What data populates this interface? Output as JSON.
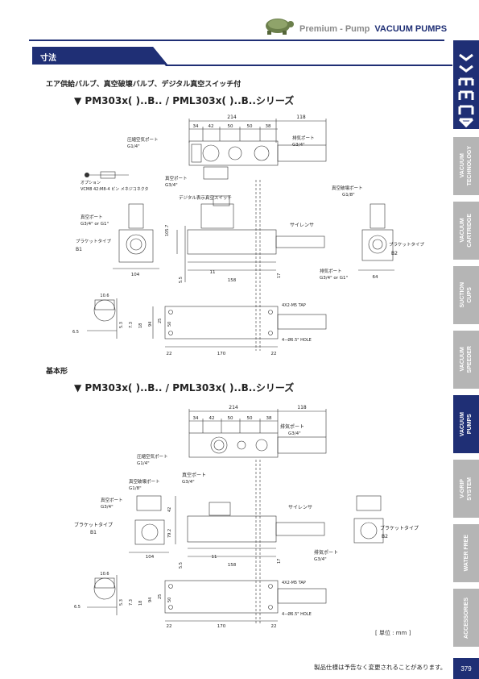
{
  "header": {
    "brand": "Premium - Pump",
    "category": "VACUUM PUMPS"
  },
  "logo": {
    "text": "VMECA"
  },
  "sidebar": {
    "tabs": [
      {
        "label": "VACUUM\nTECHNOLOGY",
        "active": false
      },
      {
        "label": "VACUUM\nCARTRIDGE",
        "active": false
      },
      {
        "label": "SUCTION\nCUPS",
        "active": false
      },
      {
        "label": "VACUUM\nSPEEDER",
        "active": false
      },
      {
        "label": "VACUUM\nPUMPS",
        "active": true
      },
      {
        "label": "V-GRIP\nSYSTEM",
        "active": false
      },
      {
        "label": "WATER FREE",
        "active": false
      },
      {
        "label": "ACCESSORIES",
        "active": false
      }
    ],
    "page_number": "379"
  },
  "section": {
    "title": "寸法"
  },
  "top": {
    "subtitle": "エア供給バルブ、真空破壊バルブ、デジタル真空スイッチ付",
    "series": "▼ PM303x( )..B.. / PML303x( )..B..シリーズ",
    "dims": {
      "overall": "214",
      "right": "118",
      "d34": "34",
      "d42": "42",
      "d50a": "50",
      "d50b": "50",
      "d38": "38",
      "h1057": "105.7",
      "w104": "104",
      "d11": "11",
      "d158": "158",
      "d55": "5.5",
      "d17": "17",
      "d64": "64",
      "d106": "10.6",
      "d65": "6.5",
      "d53": "5.3",
      "d73": "7.3",
      "d18": "18",
      "d94": "94",
      "d25": "25",
      "d50h": "50",
      "d22a": "22",
      "d170": "170",
      "d22b": "22"
    },
    "labels": {
      "compressed_air_port": "圧縮空気ポート",
      "compressed_air_size": "G1/4\"",
      "exhaust_port": "排気ポート",
      "exhaust_size": "G3/4\"",
      "vacuum_port": "真空ポート",
      "vacuum_size": "G3/4\"",
      "option": "オプション",
      "connector": "VCM8 42:M8-4 ピン メネジコネクタ",
      "digital_switch": "デジタル表示真空スイッチ",
      "vacuum_breaker_port": "真空破壊ポート",
      "vacuum_breaker_size": "G1/8\"",
      "vacuum_port_left": "真空ポート",
      "vacuum_port_left_size": "G3/4\" or G1\"",
      "bracket_b1": "ブラケットタイプ",
      "b1": "B1",
      "silencer": "サイレンサ",
      "bracket_b2": "ブラケットタイプ",
      "b2": "B2",
      "exhaust_port_right": "排気ポート",
      "exhaust_port_right_size": "G3/4\" or G1\"",
      "tap": "4X2-M5 TAP",
      "hole": "4−Ø6.5\" HOLE"
    }
  },
  "bottom": {
    "heading": "基本形",
    "series": "▼ PM303x( )..B.. / PML303x( )..B..シリーズ",
    "dims": {
      "overall": "214",
      "right": "118",
      "d34": "34",
      "d42": "42",
      "d50a": "50",
      "d50b": "50",
      "d38": "38",
      "d42v": "42",
      "d792": "79.2",
      "w104": "104",
      "d11": "11",
      "d158": "158",
      "d55": "5.5",
      "d17": "17",
      "d106": "10.6",
      "d65": "6.5",
      "d53": "5.3",
      "d73": "7.3",
      "d18": "18",
      "d94": "94",
      "d25": "25",
      "d50h": "50",
      "d22a": "22",
      "d170": "170",
      "d22b": "22"
    },
    "labels": {
      "exhaust_port": "排気ポート",
      "exhaust_size": "G3/4\"",
      "compressed_air_port": "圧縮空気ポート",
      "compressed_air_size": "G1/4\"",
      "vacuum_port": "真空ポート",
      "vacuum_size": "G3/4\"",
      "vacuum_breaker_port": "真空破壊ポート",
      "vacuum_breaker_size": "G1/8\"",
      "vacuum_port_left": "真空ポート",
      "vacuum_port_left_size": "G3/4\"",
      "bracket_b1": "ブラケットタイプ",
      "b1": "B1",
      "silencer": "サイレンサ",
      "bracket_b2": "ブラケットタイプ",
      "b2": "B2",
      "exhaust_port_right": "排気ポート",
      "exhaust_port_right_size": "G3/4\"",
      "tap": "4X2-M5 TAP",
      "hole": "4−Ø6.5\" HOLE"
    }
  },
  "footer": {
    "unit": "[ 単位 : mm ]",
    "note": "製品仕様は予告なく変更されることがあります。"
  },
  "colors": {
    "brand_navy": "#1f2f75",
    "tab_gray": "#b5b5b5"
  }
}
